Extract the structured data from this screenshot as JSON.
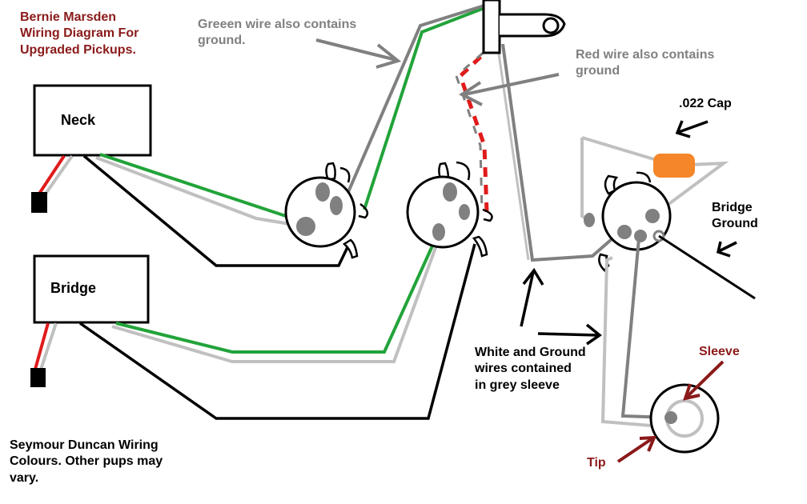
{
  "title": "Bernie Marsden\nWiring Diagram For\nUpgraded Pickups.",
  "pickups": {
    "neck": "Neck",
    "bridge": "Bridge"
  },
  "annotations": {
    "green_wire": "Greeen wire also contains\nground.",
    "red_wire": "Red wire also contains\nground",
    "cap": ".022 Cap",
    "bridge_ground": "Bridge\nGround",
    "white_ground": "White and Ground\nwires contained\nin grey sleeve",
    "sleeve": "Sleeve",
    "tip": "Tip",
    "footer": "Seymour Duncan Wiring\nColours.  Other pups may\nvary."
  },
  "colors": {
    "green": "#22a33a",
    "red": "#e01b1b",
    "black": "#000000",
    "grey": "#808080",
    "lightgrey": "#c0c0c0",
    "cap": "#f5862a",
    "dark_red": "#8b1a1a"
  }
}
